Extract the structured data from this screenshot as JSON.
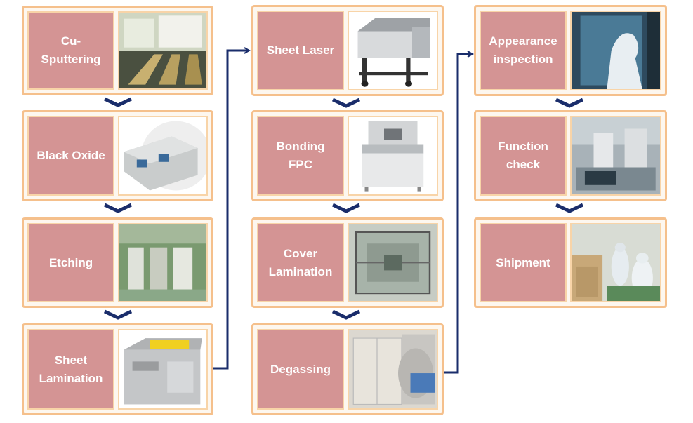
{
  "columns": [
    {
      "steps": [
        {
          "id": "cu-sputtering",
          "label": "Cu-\nSputtering",
          "photo": "cleanroom-sputtering-photo"
        },
        {
          "id": "black-oxide",
          "label": "Black Oxide",
          "photo": "conveyor-line-machine-photo"
        },
        {
          "id": "etching",
          "label": "Etching",
          "photo": "etching-line-photo"
        },
        {
          "id": "sheet-lamination",
          "label": "Sheet\nLamination",
          "photo": "lamination-machine-photo"
        }
      ]
    },
    {
      "steps": [
        {
          "id": "sheet-laser",
          "label": "Sheet Laser",
          "photo": "laser-cutter-photo"
        },
        {
          "id": "bonding-fpc",
          "label": "Bonding\nFPC",
          "photo": "bonding-machine-photo"
        },
        {
          "id": "cover-lamination",
          "label": "Cover\nLamination",
          "photo": "lamination-chamber-photo"
        },
        {
          "id": "degassing",
          "label": "Degassing",
          "photo": "autoclave-photo"
        }
      ]
    },
    {
      "steps": [
        {
          "id": "appearance-inspection",
          "label": "Appearance\ninspection",
          "photo": "glove-inspection-photo"
        },
        {
          "id": "function-check",
          "label": "Function\ncheck",
          "photo": "test-station-photo"
        },
        {
          "id": "shipment",
          "label": "Shipment",
          "photo": "packing-area-photo"
        }
      ]
    }
  ],
  "colors": {
    "label_fill": "#d49494",
    "frame_border": "#f5c08c",
    "arrow": "#1a2d6b"
  }
}
